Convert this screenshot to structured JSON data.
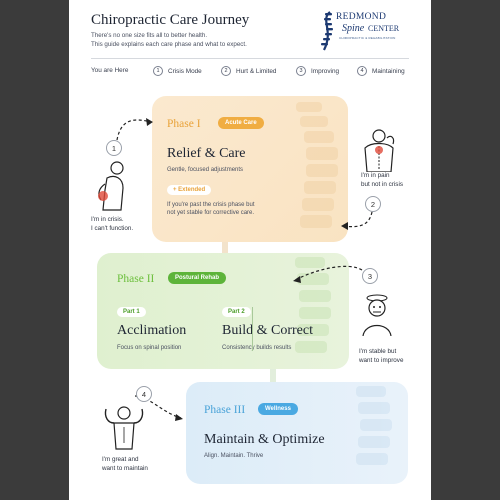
{
  "header": {
    "title": "Chiropractic Care Journey",
    "intro_line1": "There's no one size fits all to better health.",
    "intro_line2": "This guide explains each care phase and what to expect."
  },
  "logo": {
    "line1": "REDMOND",
    "line2": "Spine",
    "line3": "CENTER",
    "tagline": "CHIROPRACTIC & REHABILITATION"
  },
  "stepbar": {
    "here_label": "You are Here",
    "steps": [
      {
        "num": "1",
        "label": "Crisis Mode"
      },
      {
        "num": "2",
        "label": "Hurt & Limited"
      },
      {
        "num": "3",
        "label": "Improving"
      },
      {
        "num": "4",
        "label": "Maintaining"
      }
    ]
  },
  "phase1": {
    "label": "Phase I",
    "pill": "Acute Care",
    "heading": "Relief & Care",
    "sub": "Gentle, focused adjustments",
    "extended_chip": "+ Extended",
    "extended_line1": "If you're past the crisis phase but",
    "extended_line2": "not yet stable for corrective care."
  },
  "phase2": {
    "label": "Phase II",
    "pill": "Postural Rehab",
    "part1_chip": "Part 1",
    "part1_heading": "Acclimation",
    "part1_sub": "Focus on spinal position",
    "part2_chip": "Part 2",
    "part2_heading": "Build & Correct",
    "part2_sub": "Consistency builds results"
  },
  "phase3": {
    "label": "Phase III",
    "pill": "Wellness",
    "heading": "Maintain & Optimize",
    "sub": "Align. Maintain. Thrive"
  },
  "markers": {
    "m1": "1",
    "m2": "2",
    "m3": "3",
    "m4": "4"
  },
  "captions": {
    "c1_line1": "I'm in crisis.",
    "c1_line2": "I can't function.",
    "c2_line1": "I'm in pain",
    "c2_line2": "but not in crisis",
    "c3_line1": "I'm stable but",
    "c3_line2": "want to improve",
    "c4_line1": "I'm great and",
    "c4_line2": "want to maintain"
  },
  "colors": {
    "phase1_accent": "#e9a33a",
    "phase2_accent": "#6cbf3c",
    "phase3_accent": "#5aaee0",
    "title_ink": "#1e2533"
  },
  "icons": [
    "spine-logo-icon",
    "person-back-pain-icon",
    "person-neck-pain-icon",
    "person-dizzy-icon",
    "person-flexing-icon"
  ]
}
